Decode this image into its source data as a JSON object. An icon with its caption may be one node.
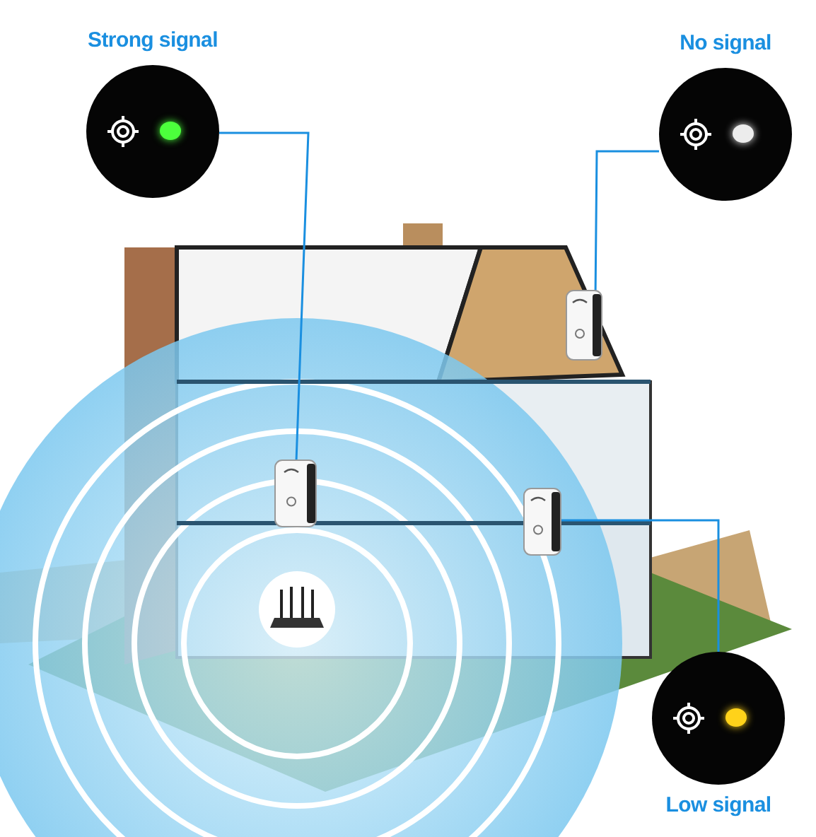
{
  "diagram": {
    "nodes": [
      {
        "text": [
          "Strong signal"
        ]
      },
      {
        "text": [
          "No signal"
        ]
      },
      {
        "text": [
          "Low signal"
        ]
      },
      {
        "text": [],
        "shape": "picture"
      },
      {
        "text": [],
        "shape": "picture"
      },
      {
        "text": [],
        "shape": "picture"
      },
      {
        "text": [],
        "shape": "picture"
      }
    ],
    "edges": [
      {
        "from": 0,
        "to": 3,
        "arrow": "none"
      },
      {
        "from": 1,
        "to": 4,
        "arrow": "none"
      },
      {
        "from": 2,
        "to": 5,
        "arrow": "none"
      }
    ]
  }
}
